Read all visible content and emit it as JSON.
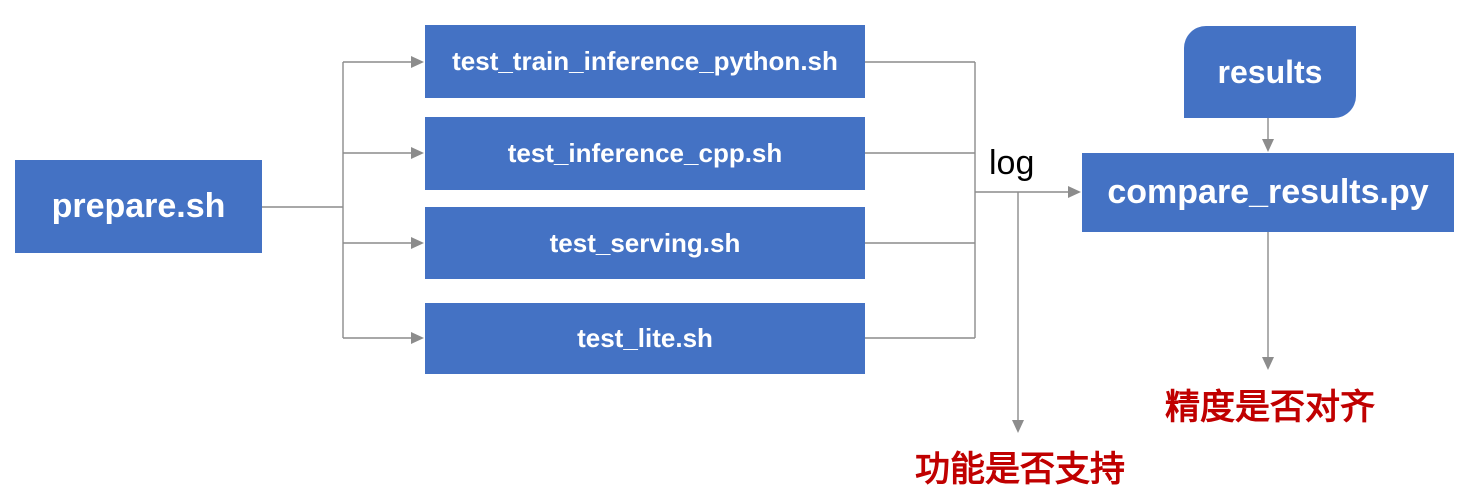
{
  "diagram": {
    "nodes": {
      "prepare": {
        "label": "prepare.sh",
        "shape": "rectangle"
      },
      "test_train_inference_python": {
        "label": "test_train_inference_python.sh",
        "shape": "rectangle"
      },
      "test_inference_cpp": {
        "label": "test_inference_cpp.sh",
        "shape": "rectangle"
      },
      "test_serving": {
        "label": "test_serving.sh",
        "shape": "rectangle"
      },
      "test_lite": {
        "label": "test_lite.sh",
        "shape": "rectangle"
      },
      "results": {
        "label": "results",
        "shape": "round-diagonal-corner-rectangle"
      },
      "compare_results": {
        "label": "compare_results.py",
        "shape": "rectangle"
      }
    },
    "edge_labels": {
      "log": "log"
    },
    "annotations": {
      "function_support": "功能是否支持",
      "precision_alignment": "精度是否对齐"
    },
    "colors": {
      "node_fill": "#4472C4",
      "node_text": "#FFFFFF",
      "connector": "#8C8C8C",
      "edge_label_text": "#000000",
      "annotation_text": "#C00000",
      "background": "#FFFFFF"
    }
  }
}
